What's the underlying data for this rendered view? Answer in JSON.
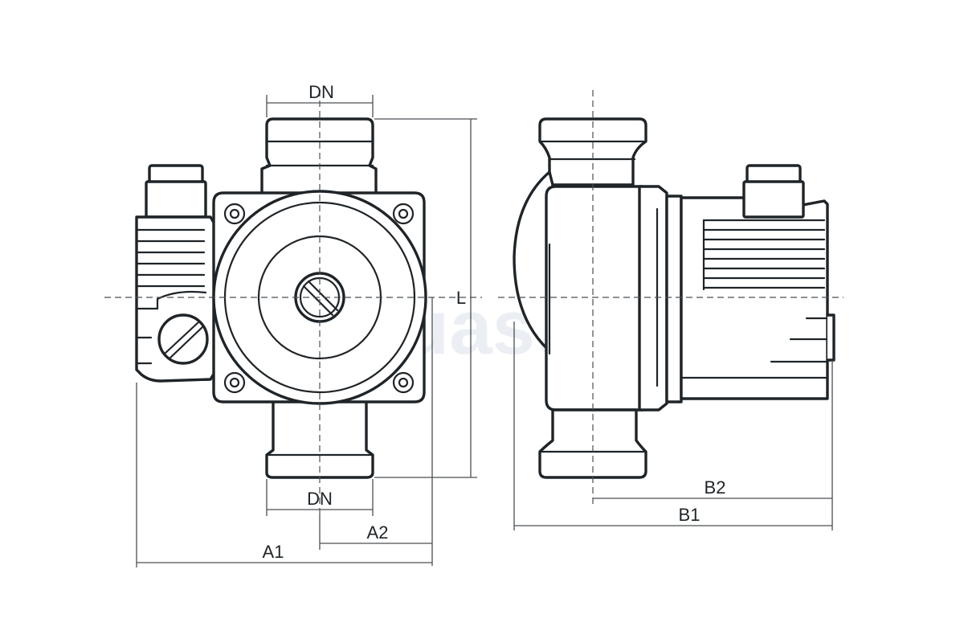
{
  "watermark": "Aquastory",
  "front_view": {
    "labels": {
      "dn_top": "DN",
      "dn_bottom": "DN",
      "length": "L",
      "a1": "A1",
      "a2": "A2"
    }
  },
  "side_view": {
    "labels": {
      "b1": "B1",
      "b2": "B2"
    }
  },
  "colors": {
    "line": "#1f2428",
    "dimension": "#4a4f55",
    "watermark": "#dce3ec",
    "background": "#ffffff"
  }
}
